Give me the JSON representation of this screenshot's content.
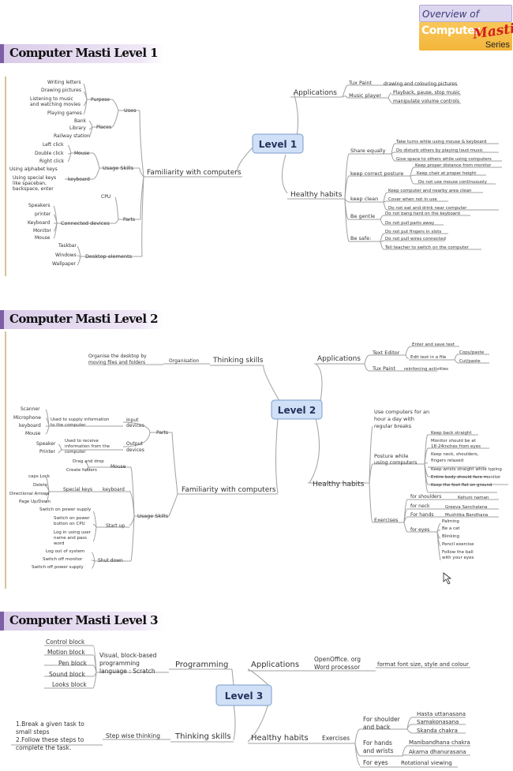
{
  "logo": {
    "overview": "Overview of",
    "brand": "Computer",
    "masti": "Masti",
    "series": "Series"
  },
  "sections": {
    "s1": "Computer Masti Level 1",
    "s2": "Computer Masti Level 2",
    "s3": "Computer Masti Level 3"
  },
  "l1": {
    "center": "Level 1",
    "applications": "Applications",
    "tux_paint": "Tux Paint",
    "tux_paint_desc": "drawing and colouring pictures",
    "music_player": "Music player",
    "music_1": "Playback, pause, stop music",
    "music_2": "manipulate volume controls",
    "familiarity": "Familiarity with computers",
    "uses": "Uses",
    "purpose": "Purpose",
    "purpose_items": [
      "Writing letters",
      "Drawing pictures",
      "Listening to music and watching movies",
      "Playing games"
    ],
    "places": "Places",
    "places_items": [
      "Bank",
      "Library",
      "Railway station"
    ],
    "usage_skills": "Usage Skills",
    "mouse": "Mouse",
    "mouse_items": [
      "Left click",
      "Double click",
      "Right click"
    ],
    "keyboard": "keyboard",
    "keyboard_items": [
      "Using alphabet keys",
      "Using special keys like spaceban, backspace, enter"
    ],
    "parts": "Parts",
    "cpu": "CPU",
    "connected_devices": "Connected devices",
    "devices": [
      "Speakers",
      "printer",
      "Keyboard",
      "Monitor",
      "Mouse"
    ],
    "desktop_elements": "Desktop elements",
    "desktop_items": [
      "Taskbar",
      "Windows",
      "Wallpaper"
    ],
    "healthy_habits": "Healthy habits",
    "share_equally": "Share equally",
    "share_items": [
      "Take turns while using mouse & keyboard",
      "Do disturb others by playing loud music",
      "Give space to others while using computers"
    ],
    "posture": "keep correct posture",
    "posture_items": [
      "Keep proper distance from monitor",
      "Keep chair at proper height",
      "Do not use mouse continuously"
    ],
    "keep_clean": "keep clean",
    "clean_items": [
      "Keep computer and nearby area clean",
      "Cover when not in use",
      "Do not eat and drink near computer"
    ],
    "be_gentle": "Be gentle",
    "gentle_items": [
      "Do not bang hard on the keyboard",
      "Do not pull parts away"
    ],
    "be_safe": "Be safe:",
    "safe_items": [
      "Do not put fingers in slots",
      "Do not pull wires connected",
      "Tell teacher to switch on the computer"
    ]
  },
  "l2": {
    "center": "Level 2",
    "thinking_skills": "Thinking skills",
    "organisation": "Organisation",
    "organisation_desc": "Organise the desktop by moving files and folders",
    "applications": "Applications",
    "text_editor": "Text Editor",
    "enter_save": "Enter and save text",
    "edit_text": "Edit text in a file",
    "copy_paste": "Copy/paste",
    "cut_paste": "Cut/paste",
    "tux_paint": "Tux Paint",
    "reinforcing": "reinforcing activities",
    "familiarity": "Familiarity with computers",
    "parts": "Parts",
    "input_devices": "Input devices",
    "input_desc": "Used to supply information to the computer",
    "input_items": [
      "Scanner",
      "Microphone",
      "keyboard",
      "Mouse"
    ],
    "output_devices": "Output devices",
    "output_desc": "Used to receive information from the computer",
    "output_items": [
      "Speaker",
      "Printer"
    ],
    "usage_skills": "Usage Skills",
    "mouse": "Mouse",
    "mouse_items": [
      "Drag and drop",
      "Create folders"
    ],
    "keyboard": "keyboard",
    "special_keys": "Special keys",
    "special_items": [
      "caps Lock",
      "Delete",
      "Directional Arrows",
      "Page Up/Down"
    ],
    "start_up": "Start up",
    "startup_items": [
      "Switch on power supply",
      "Switch on power button on CPU",
      "Log in using user name and pass word"
    ],
    "shut_down": "Shut down",
    "shutdown_items": [
      "Log out of system",
      "Switch off monitor",
      "Switch off power supply"
    ],
    "healthy_habits": "Healthy habits",
    "hour_rule": "Use computers for an hour a day with regular breaks",
    "posture": "Posture while using computers",
    "posture_items": [
      "Keep back straight",
      "Monitor should be at 18-24inches from eyes",
      "Keep neck, shoulders, fingers relaxed",
      "Keep wrists straight while typing",
      "Entire body should face monitor",
      "Keep the feet flat on ground"
    ],
    "exercises": "Exercises",
    "for_shoulders": "for shoulders",
    "kehuni": "Kehuni naman",
    "for_neck": "for neck",
    "greeva": "Greeva Sanchalana",
    "for_hands": "For hands",
    "mushtika": "Mushtika Bandhana",
    "for_eyes": "for eyes",
    "eye_items": [
      "Palming",
      "Be a cat",
      "Blinking",
      "Pencil exercise",
      "Follow the ball with your eyes"
    ]
  },
  "l3": {
    "center": "Level 3",
    "programming": "Programming",
    "scratch_desc": "Visual, block-based programming language : Scratch",
    "blocks": [
      "Control block",
      "Motion block",
      "Pen block",
      "Sound block",
      "Looks block"
    ],
    "applications": "Applications",
    "openoffice": "OpenOffice. org Word processor",
    "format": "format font size, style and colour",
    "thinking_skills": "Thinking skills",
    "step_wise": "Step wise thinking",
    "steps": [
      "1.Break a given task to small steps",
      "2.Follow these steps to complete the task."
    ],
    "healthy_habits": "Healthy habits",
    "exercises": "Exercises",
    "shoulder_back": "For shoulder and back",
    "shoulder_items": [
      "Hasta uttanasana",
      "Samakonasana",
      "Skanda chakra"
    ],
    "hands_wrists": "For hands and wrists",
    "hands_items": [
      "Manibandhana chakra",
      "Akarna dhanurasana"
    ],
    "for_eyes": "For eyes",
    "rotational": "Rotational viewing"
  },
  "colors": {
    "center_fill": "#cfe0f7",
    "center_stroke": "#7d9ccc",
    "line": "#9a9a9a",
    "header": "#d9cbe8"
  }
}
